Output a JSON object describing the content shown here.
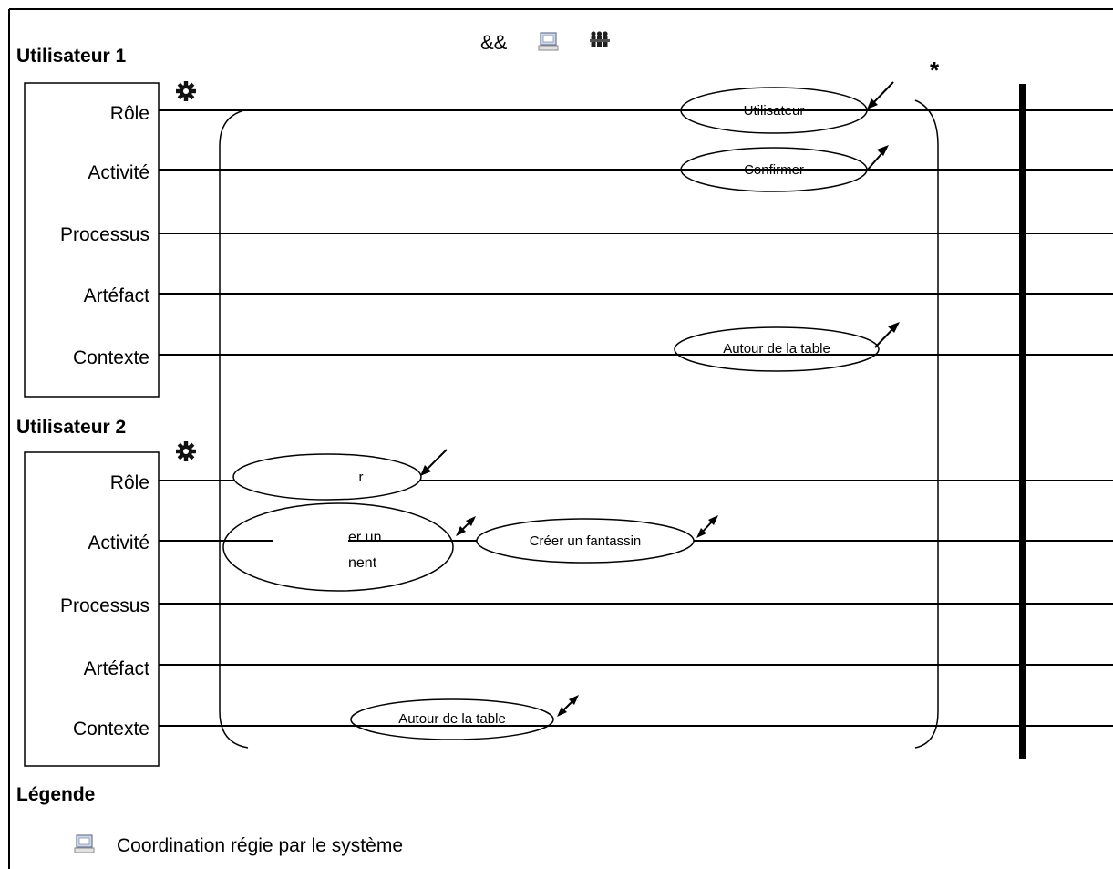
{
  "header": {
    "symbol": "&&",
    "computer_icon": "computer-icon",
    "group_icon": "group-of-people-icon"
  },
  "star_mark": "*",
  "users": [
    {
      "title": "Utilisateur 1",
      "icon": "gear-icon",
      "facets": [
        "Rôle",
        "Activité",
        "Processus",
        "Artéfact",
        "Contexte"
      ],
      "ellipses": [
        {
          "facet": "Rôle",
          "text": "Utilisateur"
        },
        {
          "facet": "Activité",
          "text": "Confirmer"
        },
        {
          "facet": "Contexte",
          "text": "Autour de la table"
        }
      ]
    },
    {
      "title": "Utilisateur 2",
      "icon": "gear-icon",
      "facets": [
        "Rôle",
        "Activité",
        "Processus",
        "Artéfact",
        "Contexte"
      ],
      "ellipses": [
        {
          "facet": "Rôle",
          "text": "r"
        },
        {
          "facet": "Activité",
          "text_line1": "er un",
          "text_line2": "nent"
        },
        {
          "facet": "Activité",
          "text": "Créer un fantassin"
        },
        {
          "facet": "Contexte",
          "text": "Autour de la table"
        }
      ]
    }
  ],
  "legend": {
    "title": "Légende",
    "items": [
      {
        "icon": "computer-icon",
        "label": "Coordination régie par le système"
      }
    ]
  }
}
